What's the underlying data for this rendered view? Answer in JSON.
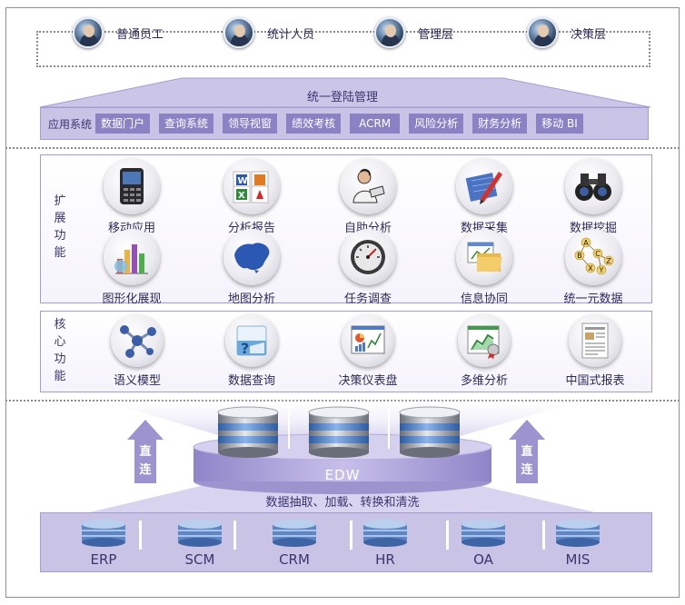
{
  "users": [
    {
      "label": "普通员工",
      "icon": "person-avatar-icon"
    },
    {
      "label": "统计人员",
      "icon": "person-avatar-icon"
    },
    {
      "label": "管理层",
      "icon": "person-avatar-icon"
    },
    {
      "label": "决策层",
      "icon": "person-avatar-icon"
    }
  ],
  "sso": {
    "title": "统一登陆管理"
  },
  "apps": {
    "label": "应用系统",
    "items": [
      "数据门户",
      "查询系统",
      "领导视窗",
      "绩效考核",
      "ACRM",
      "风险分析",
      "财务分析",
      "移动 BI"
    ]
  },
  "extended": {
    "title_chars": [
      "扩",
      "展",
      "功",
      "能"
    ],
    "items": [
      {
        "label": "移动应用",
        "icon": "mobile-phone-icon"
      },
      {
        "label": "分析报告",
        "icon": "office-documents-icon"
      },
      {
        "label": "自助分析",
        "icon": "analyst-person-icon"
      },
      {
        "label": "数据采集",
        "icon": "pen-blueprint-icon"
      },
      {
        "label": "数据挖掘",
        "icon": "binoculars-icon"
      },
      {
        "label": "图形化展现",
        "icon": "bar-chart-3d-icon"
      },
      {
        "label": "地图分析",
        "icon": "china-map-icon"
      },
      {
        "label": "任务调查",
        "icon": "gauge-icon"
      },
      {
        "label": "信息协同",
        "icon": "folder-window-icon"
      },
      {
        "label": "统一元数据",
        "icon": "letter-graph-icon"
      }
    ],
    "letter_graph": [
      "A",
      "B",
      "C",
      "X",
      "Y",
      "Z"
    ]
  },
  "core": {
    "title_chars": [
      "核",
      "心",
      "功",
      "能"
    ],
    "items": [
      {
        "label": "语义模型",
        "icon": "molecule-icon"
      },
      {
        "label": "数据查询",
        "icon": "query-document-icon"
      },
      {
        "label": "决策仪表盘",
        "icon": "dashboard-screen-icon"
      },
      {
        "label": "多维分析",
        "icon": "olap-chart-icon"
      },
      {
        "label": "中国式报表",
        "icon": "report-page-icon"
      }
    ]
  },
  "direct": {
    "chars": [
      "直",
      "连"
    ]
  },
  "edw": {
    "label": "EDW"
  },
  "etl": {
    "label": "数据抽取、加载、转换和清洗"
  },
  "sources": [
    "ERP",
    "SCM",
    "CRM",
    "HR",
    "OA",
    "MIS"
  ],
  "colors": {
    "accent": "#9d93cf",
    "band": "#c9c3e6",
    "chip": "#8b81c5",
    "edw_base": "#b7aee0"
  }
}
